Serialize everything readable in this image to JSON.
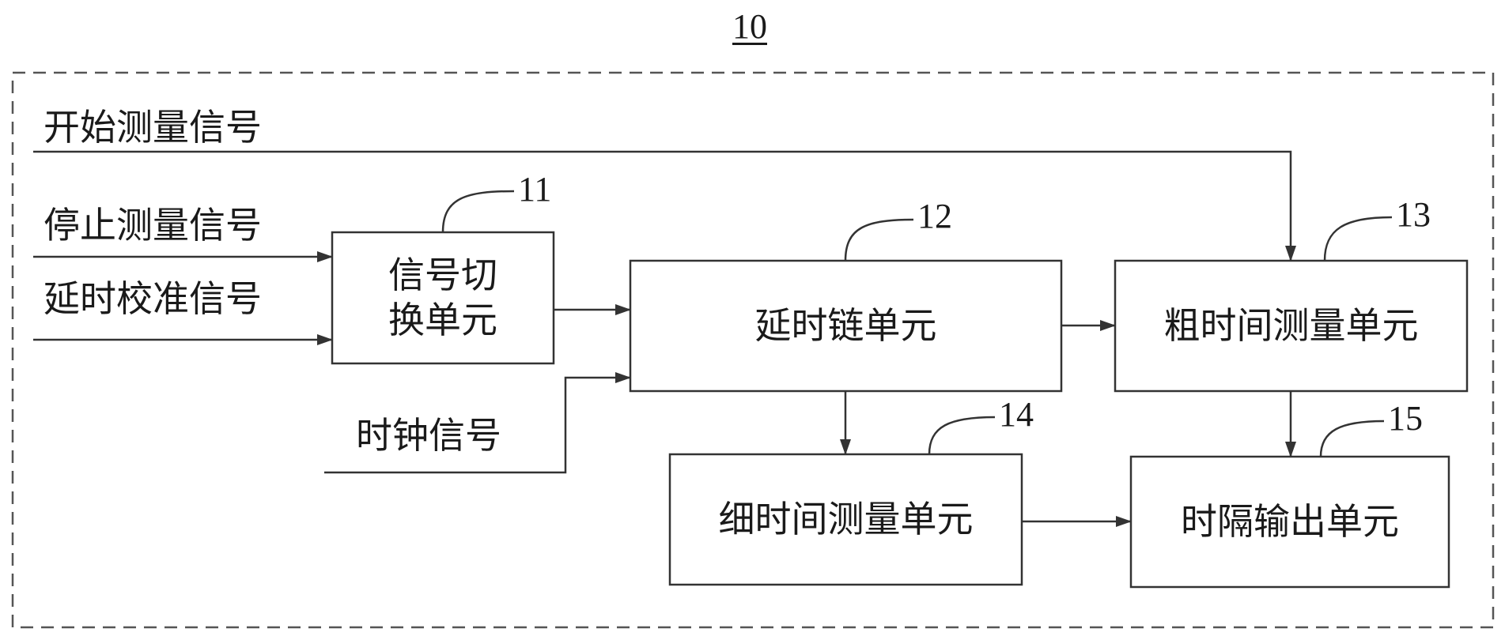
{
  "figure": {
    "number": "10"
  },
  "inputs": {
    "start_signal": "开始测量信号",
    "stop_signal": "停止测量信号",
    "delay_calibration_signal": "延时校准信号",
    "clock_signal": "时钟信号"
  },
  "blocks": {
    "signal_switch": {
      "label": "信号切换单元",
      "ref": "11"
    },
    "delay_chain": {
      "label": "延时链单元",
      "ref": "12"
    },
    "coarse_time": {
      "label": "粗时间测量单元",
      "ref": "13"
    },
    "fine_time": {
      "label": "细时间测量单元",
      "ref": "14"
    },
    "interval_output": {
      "label": "时隔输出单元",
      "ref": "15"
    }
  },
  "colors": {
    "line": "#333333",
    "border": "#555555"
  }
}
